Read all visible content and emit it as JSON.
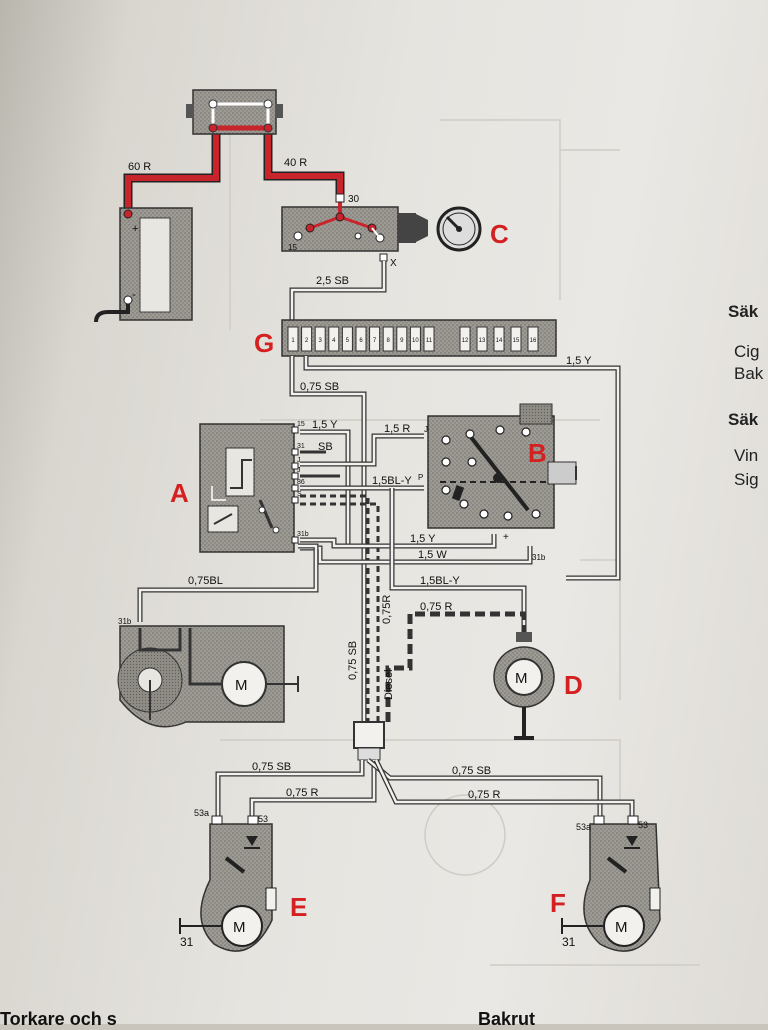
{
  "components": {
    "A": {
      "letter": "A",
      "terminals": [
        "15",
        "31",
        "J",
        "J",
        "86",
        "S",
        "31b"
      ]
    },
    "B": {
      "letter": "B",
      "terminals": [
        "J",
        "P",
        "+",
        "31b"
      ]
    },
    "C": {
      "letter": "C",
      "terminals": [
        "30",
        "15",
        "X"
      ]
    },
    "D": {
      "letter": "D",
      "motor": "M"
    },
    "E": {
      "letter": "E",
      "motor": "M",
      "terminals": [
        "53a",
        "53"
      ],
      "ground": "31"
    },
    "F": {
      "letter": "F",
      "motor": "M",
      "terminals": [
        "53a",
        "53"
      ],
      "ground": "31"
    },
    "G": {
      "letter": "G",
      "fuses": [
        "1",
        "2",
        "3",
        "4",
        "5",
        "6",
        "7",
        "8",
        "9",
        "10",
        "11",
        "12",
        "13",
        "14",
        "15",
        "16"
      ]
    },
    "wiper_motor": {
      "motor": "M",
      "terminal": "31b"
    },
    "battery": {
      "plus": "+",
      "minus": "-"
    }
  },
  "wires": {
    "w60R": "60 R",
    "w40R": "40 R",
    "w25SB": "2,5 SB",
    "w15Y_top": "1,5 Y",
    "w075SB_g": "0,75 SB",
    "w15Y_a": "1,5 Y",
    "wSB_a": "SB",
    "w15R_b": "1,5 R",
    "w15BLY": "1,5BL-Y",
    "w15Y_low": "1,5 Y",
    "w15W": "1,5 W",
    "w15BLY_low": "1,5BL-Y",
    "w075BL": "0,75BL",
    "w075R_d": "0,75 R",
    "w075SB_v": "0,75 SB",
    "w075R_v": "0,75R",
    "diesel": "Diesel",
    "w075SB_e": "0,75 SB",
    "w075R_e": "0,75 R",
    "w075SB_f": "0,75 SB",
    "w075R_f": "0,75 R"
  },
  "sidebar": {
    "head1": "Säk",
    "line1": "Cig",
    "line2": "Bak",
    "head2": "Säk",
    "line3": "Vin",
    "line4": "Sig"
  },
  "footer": {
    "left": "Torkare och s",
    "right": "Bakrut"
  },
  "colors": {
    "battery_wire": "#c8242b",
    "label_red": "#d42020",
    "wire": "#2a2a2a"
  }
}
